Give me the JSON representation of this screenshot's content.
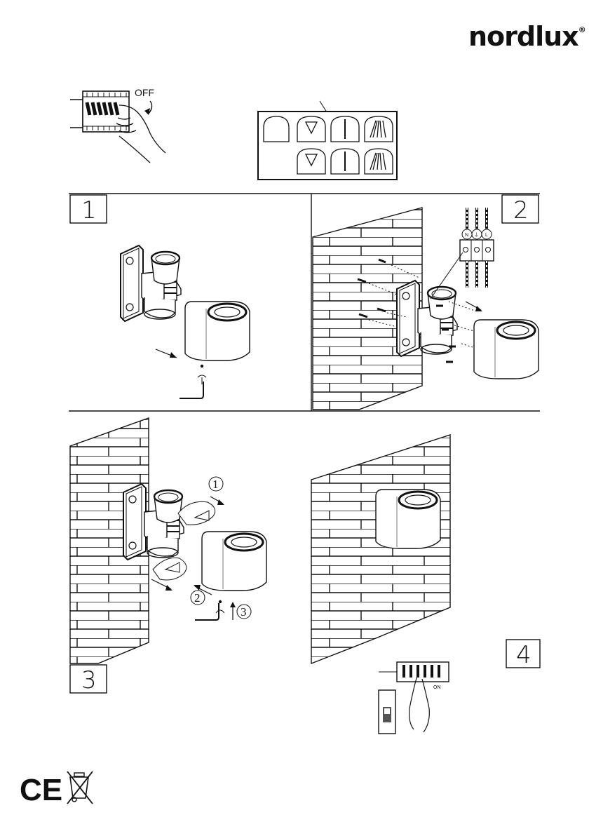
{
  "brand": {
    "name": "nordlux",
    "registered": "®"
  },
  "header": {
    "switch_off_label": "OFF"
  },
  "steps": [
    {
      "number": "1"
    },
    {
      "number": "2"
    },
    {
      "number": "3"
    },
    {
      "number": "4"
    }
  ],
  "step2": {
    "terminal_labels": [
      "N",
      "⏚",
      "L"
    ]
  },
  "step3": {
    "sub_steps": [
      "1",
      "2",
      "3"
    ]
  },
  "step4": {
    "switch_on_label": "ON"
  },
  "marks": {
    "ce": "CE",
    "weee_icon": "crossed-out-wheelie-bin-icon"
  }
}
